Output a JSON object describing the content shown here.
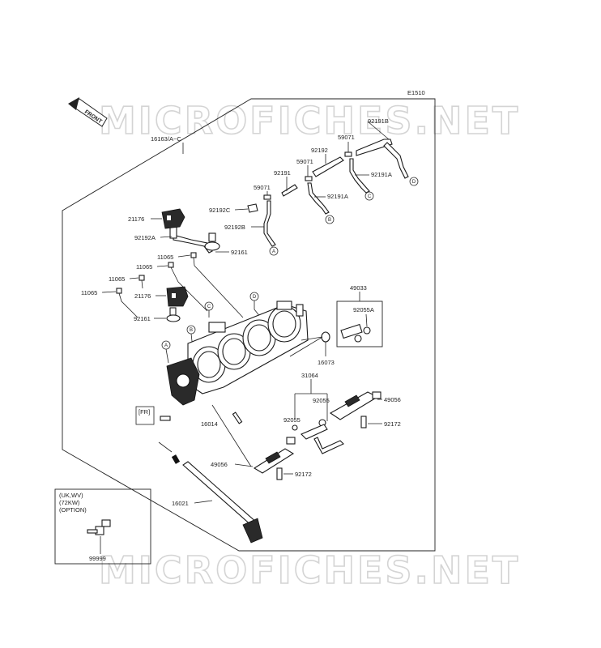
{
  "diagram_ref": "E1510",
  "front_label": "FRONT",
  "watermark": "MICROFICHES.NET",
  "fr_label": "[FR]",
  "option_note": {
    "line1": "(UK,WV)",
    "line2": "(72KW)",
    "line3": "(OPTION)"
  },
  "parts": {
    "p16163": "16163/A~C",
    "p92191b": "92191B",
    "p59071a": "59071",
    "p92192": "92192",
    "p92191a_1": "92191A",
    "p59071b": "59071",
    "p92191": "92191",
    "p92191a_2": "92191A",
    "p59071c": "59071",
    "p92192c": "92192C",
    "p21176a": "21176",
    "p92192b": "92192B",
    "p92192a": "92192A",
    "p92161a": "92161",
    "p11065a": "11065",
    "p11065b": "11065",
    "p11065c": "11065",
    "p11065d": "11065",
    "p21176b": "21176",
    "p92161b": "92161",
    "p49033": "49033",
    "p92055a": "92055A",
    "p16073": "16073",
    "p31064": "31064",
    "p92055_1": "92055",
    "p92055_2": "92055",
    "p49056a": "49056",
    "p92172a": "92172",
    "p16014": "16014",
    "p49056b": "49056",
    "p92172b": "92172",
    "p16021": "16021",
    "p99999": "99999"
  },
  "callouts": {
    "a": "A",
    "b": "B",
    "c": "C",
    "d": "D"
  }
}
